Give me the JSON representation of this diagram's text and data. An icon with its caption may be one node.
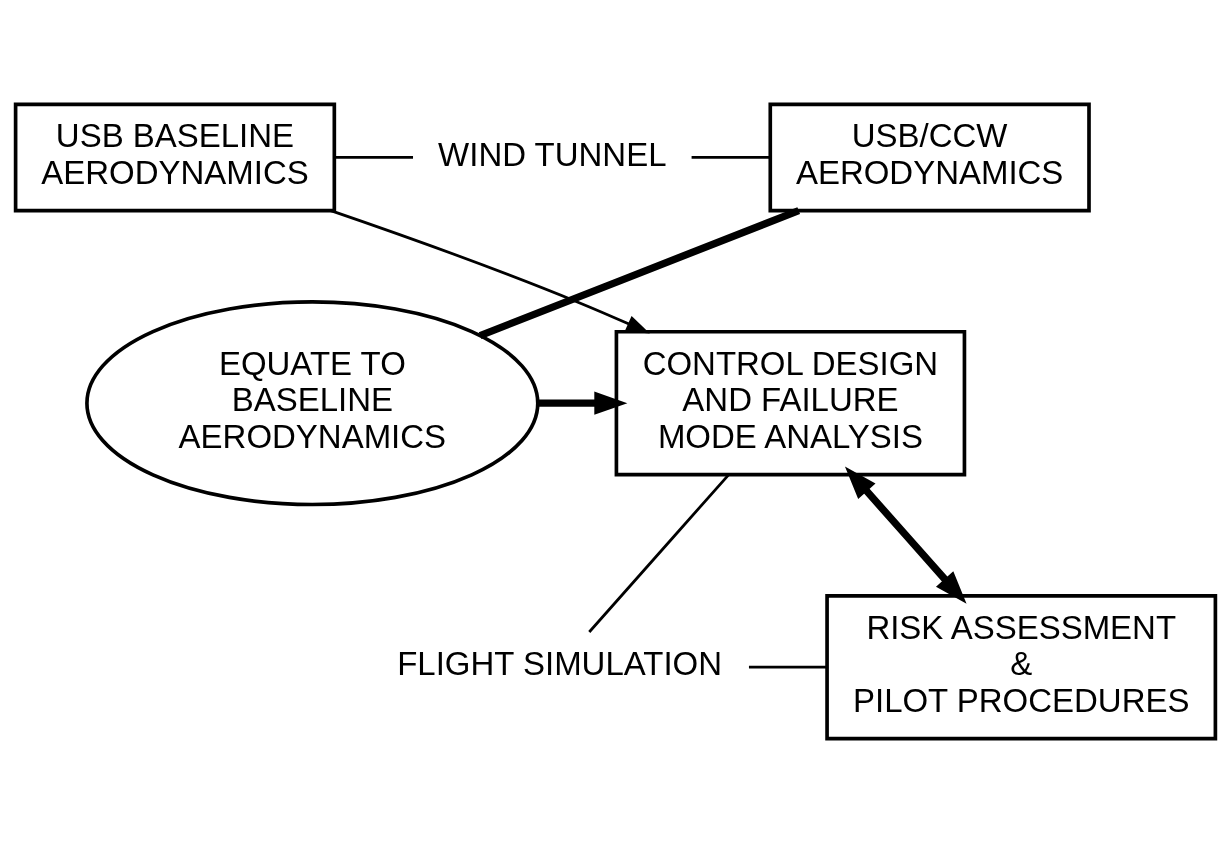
{
  "diagram": {
    "nodes": [
      {
        "text": [
          "USB BASELINE AERODYNAMICS"
        ]
      },
      {
        "text": [
          "WIND TUNNEL"
        ]
      },
      {
        "text": [
          "USB/CCW AERODYNAMICS"
        ]
      },
      {
        "text": [
          "EQUATE TO BASELINE AERODYNAMICS"
        ]
      },
      {
        "text": [
          "CONTROL DESIGN AND FAILURE MODE ANALYSIS"
        ]
      },
      {
        "text": [
          "FLIGHT SIMULATION"
        ]
      },
      {
        "text": [
          "RISK ASSESSMENT & PILOT PROCEDURES"
        ]
      }
    ],
    "edges": [
      {
        "from": 0,
        "to": 1,
        "arrow": "none"
      },
      {
        "from": 1,
        "to": 2,
        "arrow": "none"
      },
      {
        "from": 0,
        "to": 4,
        "arrow": "to"
      },
      {
        "from": 2,
        "to": 3,
        "arrow": "none",
        "style": "thick"
      },
      {
        "from": 3,
        "to": 4,
        "arrow": "to",
        "style": "thick"
      },
      {
        "from": 4,
        "to": 6,
        "arrow": "both",
        "style": "thick"
      },
      {
        "from": 4,
        "to": 5,
        "arrow": "none"
      },
      {
        "from": 5,
        "to": 6,
        "arrow": "none"
      }
    ]
  }
}
